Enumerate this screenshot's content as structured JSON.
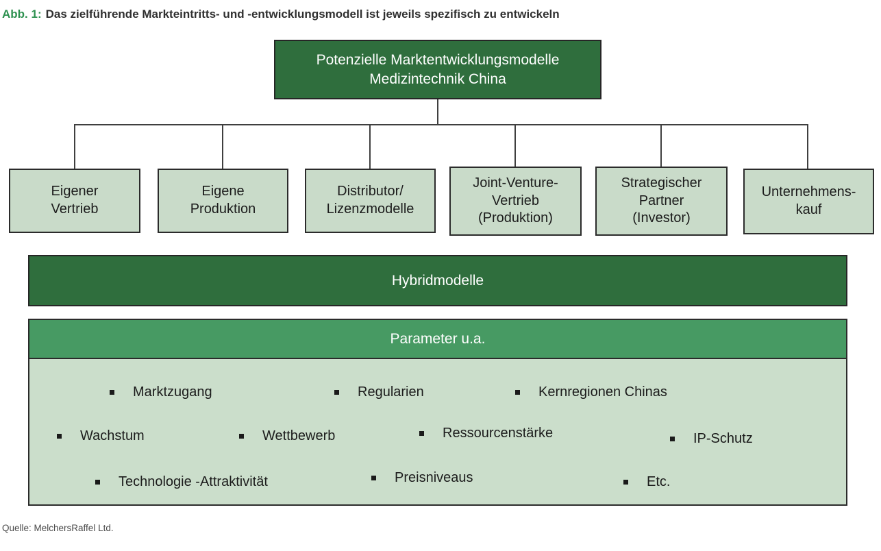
{
  "title": {
    "label": "Abb. 1:",
    "text": "Das zielführende Markteintritts- und -entwicklungsmodell ist jeweils spezifisch zu entwickeln"
  },
  "root": {
    "label": "Potenzielle Marktentwicklungsmodelle\nMedizintechnik China"
  },
  "models": [
    {
      "label": "Eigener\nVertrieb"
    },
    {
      "label": "Eigene\nProduktion"
    },
    {
      "label": "Distributor/\nLizenzmodelle"
    },
    {
      "label": "Joint-Venture-\nVertrieb\n(Produktion)"
    },
    {
      "label": "Strategischer\nPartner\n(Investor)"
    },
    {
      "label": "Unternehmens-\nkauf"
    }
  ],
  "hybrid": {
    "label": "Hybridmodelle"
  },
  "parameters": {
    "header": "Parameter u.a.",
    "items": [
      {
        "label": "Marktzugang"
      },
      {
        "label": "Regularien"
      },
      {
        "label": "Kernregionen Chinas"
      },
      {
        "label": "Wachstum"
      },
      {
        "label": "Wettbewerb"
      },
      {
        "label": "Ressourcenstärke"
      },
      {
        "label": "IP-Schutz"
      },
      {
        "label": "Technologie -Attraktivität"
      },
      {
        "label": "Preisniveaus"
      },
      {
        "label": "Etc."
      }
    ]
  },
  "source": "Quelle: MelchersRaffel Ltd.",
  "colors": {
    "dark_green": "#2f6e3d",
    "medium_green": "#479a63",
    "light_green": "#c9dbc9",
    "title_accent_green": "#2e9150",
    "border_dark": "#2b2b2b",
    "connector_gray": "#3f3f3f",
    "text_dark": "#1c1c1c",
    "source_gray": "#4a4a4a"
  }
}
